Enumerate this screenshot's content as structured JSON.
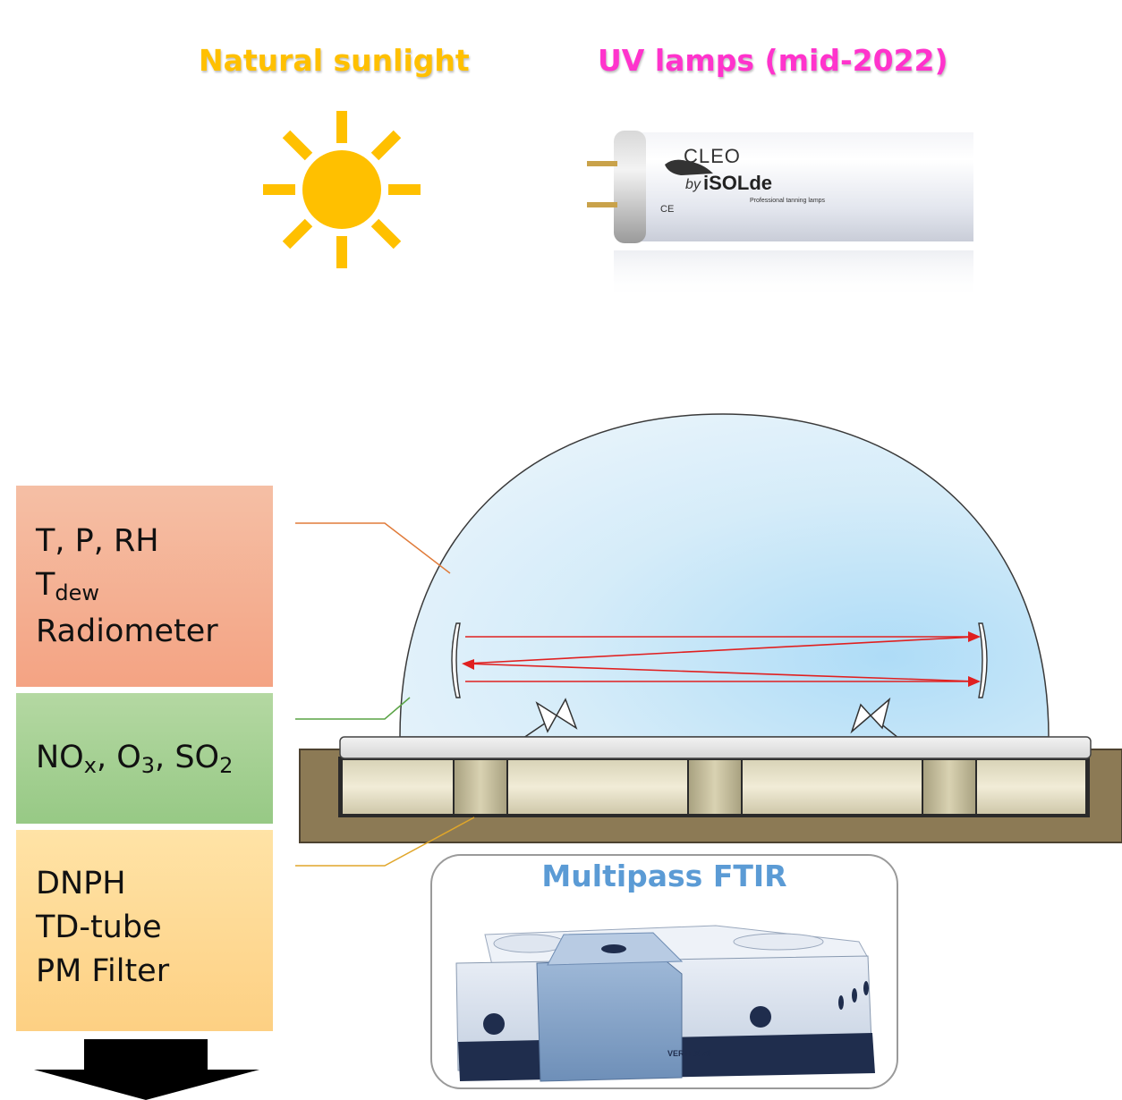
{
  "headings": {
    "sunlight": "Natural sunlight",
    "uv_lamps": "UV lamps (mid-2022)"
  },
  "lamp": {
    "brand": "CLEO",
    "by_prefix": "by",
    "maker": "iSOLde",
    "tagline": "Professional tanning lamps",
    "mark": "CE"
  },
  "boxes": {
    "environment": {
      "line1": "T, P, RH",
      "tdew_base": "T",
      "tdew_sub": "dew",
      "line3": "Radiometer"
    },
    "gases": {
      "no_base": "NO",
      "no_sub": "x",
      "sep1": ", ",
      "o_base": "O",
      "o_sub": "3",
      "sep2": ", ",
      "so_base": "SO",
      "so_sub": "2"
    },
    "sampling": {
      "line1": "DNPH",
      "line2": "TD-tube",
      "line3": "PM Filter"
    }
  },
  "ftir": {
    "title": "Multipass FTIR",
    "model": "VERTEX 70"
  },
  "colors": {
    "sunlight_heading": "#ffc000",
    "uv_heading": "#ff33cc",
    "sun": "#ffc000",
    "ftir_title": "#5b9bd5",
    "beam": "#e02020",
    "dome_fill": "#cfe9f8",
    "ground": "#8c7a55"
  }
}
